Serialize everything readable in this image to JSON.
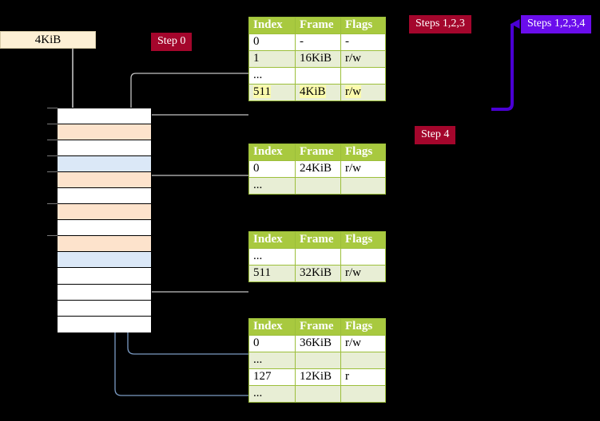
{
  "diagram": {
    "title_badges": {
      "step0": "Step 0",
      "steps123": "Steps 1,2,3",
      "steps1234": "Steps 1,2,3,4",
      "step4": "Step 4"
    },
    "page_box": {
      "label": "4KiB"
    },
    "colors": {
      "background": "#000000",
      "table_header": "#a8c93f",
      "table_alt_row": "#e8eed5",
      "highlight": "#fbfbad",
      "badge_crimson": "#a4062c",
      "badge_violet": "#6a0dec",
      "memory_peach": "#fde3cc",
      "memory_blue": "#dbe8f7",
      "page_box": "#fdf0d5",
      "connector_gray": "#b9b9b9",
      "connector_blue": "#7b9bc4",
      "arrow_violet": "#4a00d4"
    },
    "memory_column": {
      "rows": [
        {
          "fill": "white"
        },
        {
          "fill": "peach"
        },
        {
          "fill": "white"
        },
        {
          "fill": "blue"
        },
        {
          "fill": "peach"
        },
        {
          "fill": "white"
        },
        {
          "fill": "peach"
        },
        {
          "fill": "white"
        },
        {
          "fill": "peach"
        },
        {
          "fill": "blue"
        },
        {
          "fill": "white"
        },
        {
          "fill": "white"
        },
        {
          "fill": "white"
        },
        {
          "fill": "white"
        }
      ],
      "ticks": [
        0,
        1,
        2,
        3,
        4,
        6,
        8
      ]
    },
    "tables": [
      {
        "name": "page-table-level-0",
        "columns": [
          "Index",
          "Frame",
          "Flags"
        ],
        "rows": [
          {
            "style": "plain",
            "cells": [
              "0",
              "-",
              "-"
            ],
            "highlight": false
          },
          {
            "style": "alt",
            "cells": [
              "1",
              "16KiB",
              "r/w"
            ],
            "highlight": false
          },
          {
            "style": "plain",
            "cells": [
              "...",
              "",
              ""
            ],
            "highlight": false
          },
          {
            "style": "alt",
            "cells": [
              "511",
              "4KiB",
              "r/w"
            ],
            "highlight": true
          }
        ]
      },
      {
        "name": "page-table-level-1",
        "columns": [
          "Index",
          "Frame",
          "Flags"
        ],
        "rows": [
          {
            "style": "plain",
            "cells": [
              "0",
              "24KiB",
              "r/w"
            ],
            "highlight": false
          },
          {
            "style": "alt",
            "cells": [
              "...",
              "",
              ""
            ],
            "highlight": false
          }
        ]
      },
      {
        "name": "page-table-level-2",
        "columns": [
          "Index",
          "Frame",
          "Flags"
        ],
        "rows": [
          {
            "style": "plain",
            "cells": [
              "...",
              "",
              ""
            ],
            "highlight": false
          },
          {
            "style": "alt",
            "cells": [
              "511",
              "32KiB",
              "r/w"
            ],
            "highlight": false
          }
        ]
      },
      {
        "name": "page-table-level-3",
        "columns": [
          "Index",
          "Frame",
          "Flags"
        ],
        "rows": [
          {
            "style": "plain",
            "cells": [
              "0",
              "36KiB",
              "r/w"
            ],
            "highlight": false
          },
          {
            "style": "alt",
            "cells": [
              "...",
              "",
              ""
            ],
            "highlight": false
          },
          {
            "style": "plain",
            "cells": [
              "127",
              "12KiB",
              "r"
            ],
            "highlight": false
          },
          {
            "style": "alt",
            "cells": [
              "...",
              "",
              ""
            ],
            "highlight": false
          }
        ]
      }
    ]
  }
}
